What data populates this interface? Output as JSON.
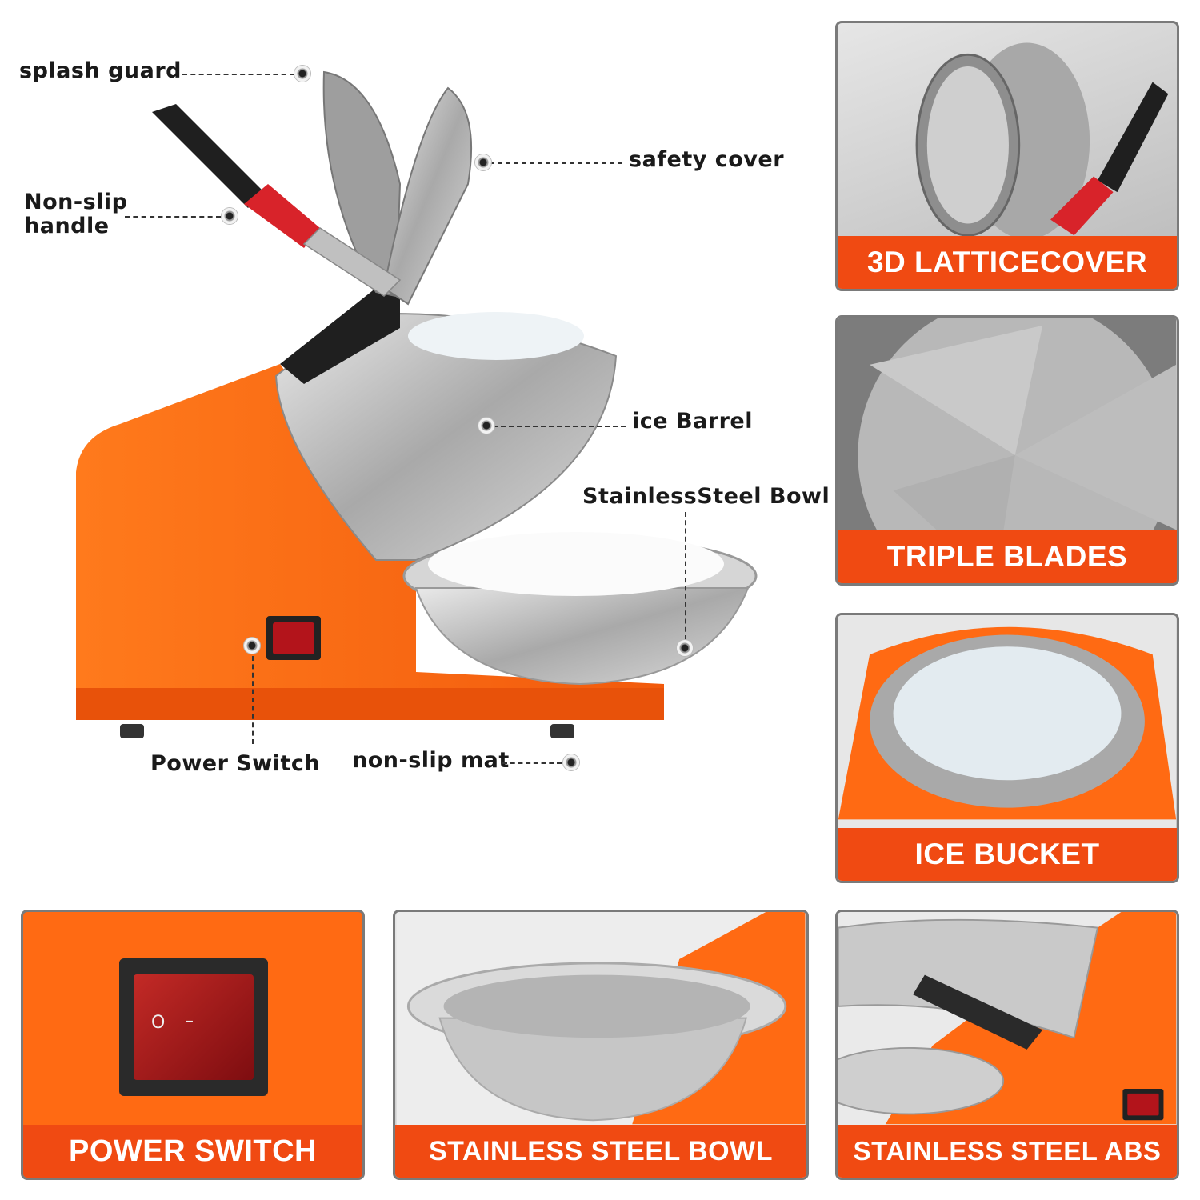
{
  "colors": {
    "brand_orange": "#f04a12",
    "body_orange": "#ff6a13",
    "steel": "#c8c8c8",
    "handle": "#d8232a"
  },
  "callouts": {
    "splash_guard": "splash guard",
    "safety_cover": "safety cover",
    "handle_line1": "Non-slip",
    "handle_line2": "handle",
    "ice_barrel": "ice Barrel",
    "bowl": "StainlessSteel Bowl",
    "power_switch": "Power Switch",
    "non_slip_mat": "non-slip mat"
  },
  "panels": {
    "lattice_cover": "3D LATTICECOVER",
    "triple_blades": "TRIPLE BLADES",
    "ice_bucket": "ICE BUCKET",
    "power_switch": "POWER SWITCH",
    "steel_bowl": "STAINLESS STEEL BOWL",
    "steel_abs": "STAINLESS STEEL ABS"
  },
  "switch_marks": {
    "off": "O",
    "on": "–"
  }
}
